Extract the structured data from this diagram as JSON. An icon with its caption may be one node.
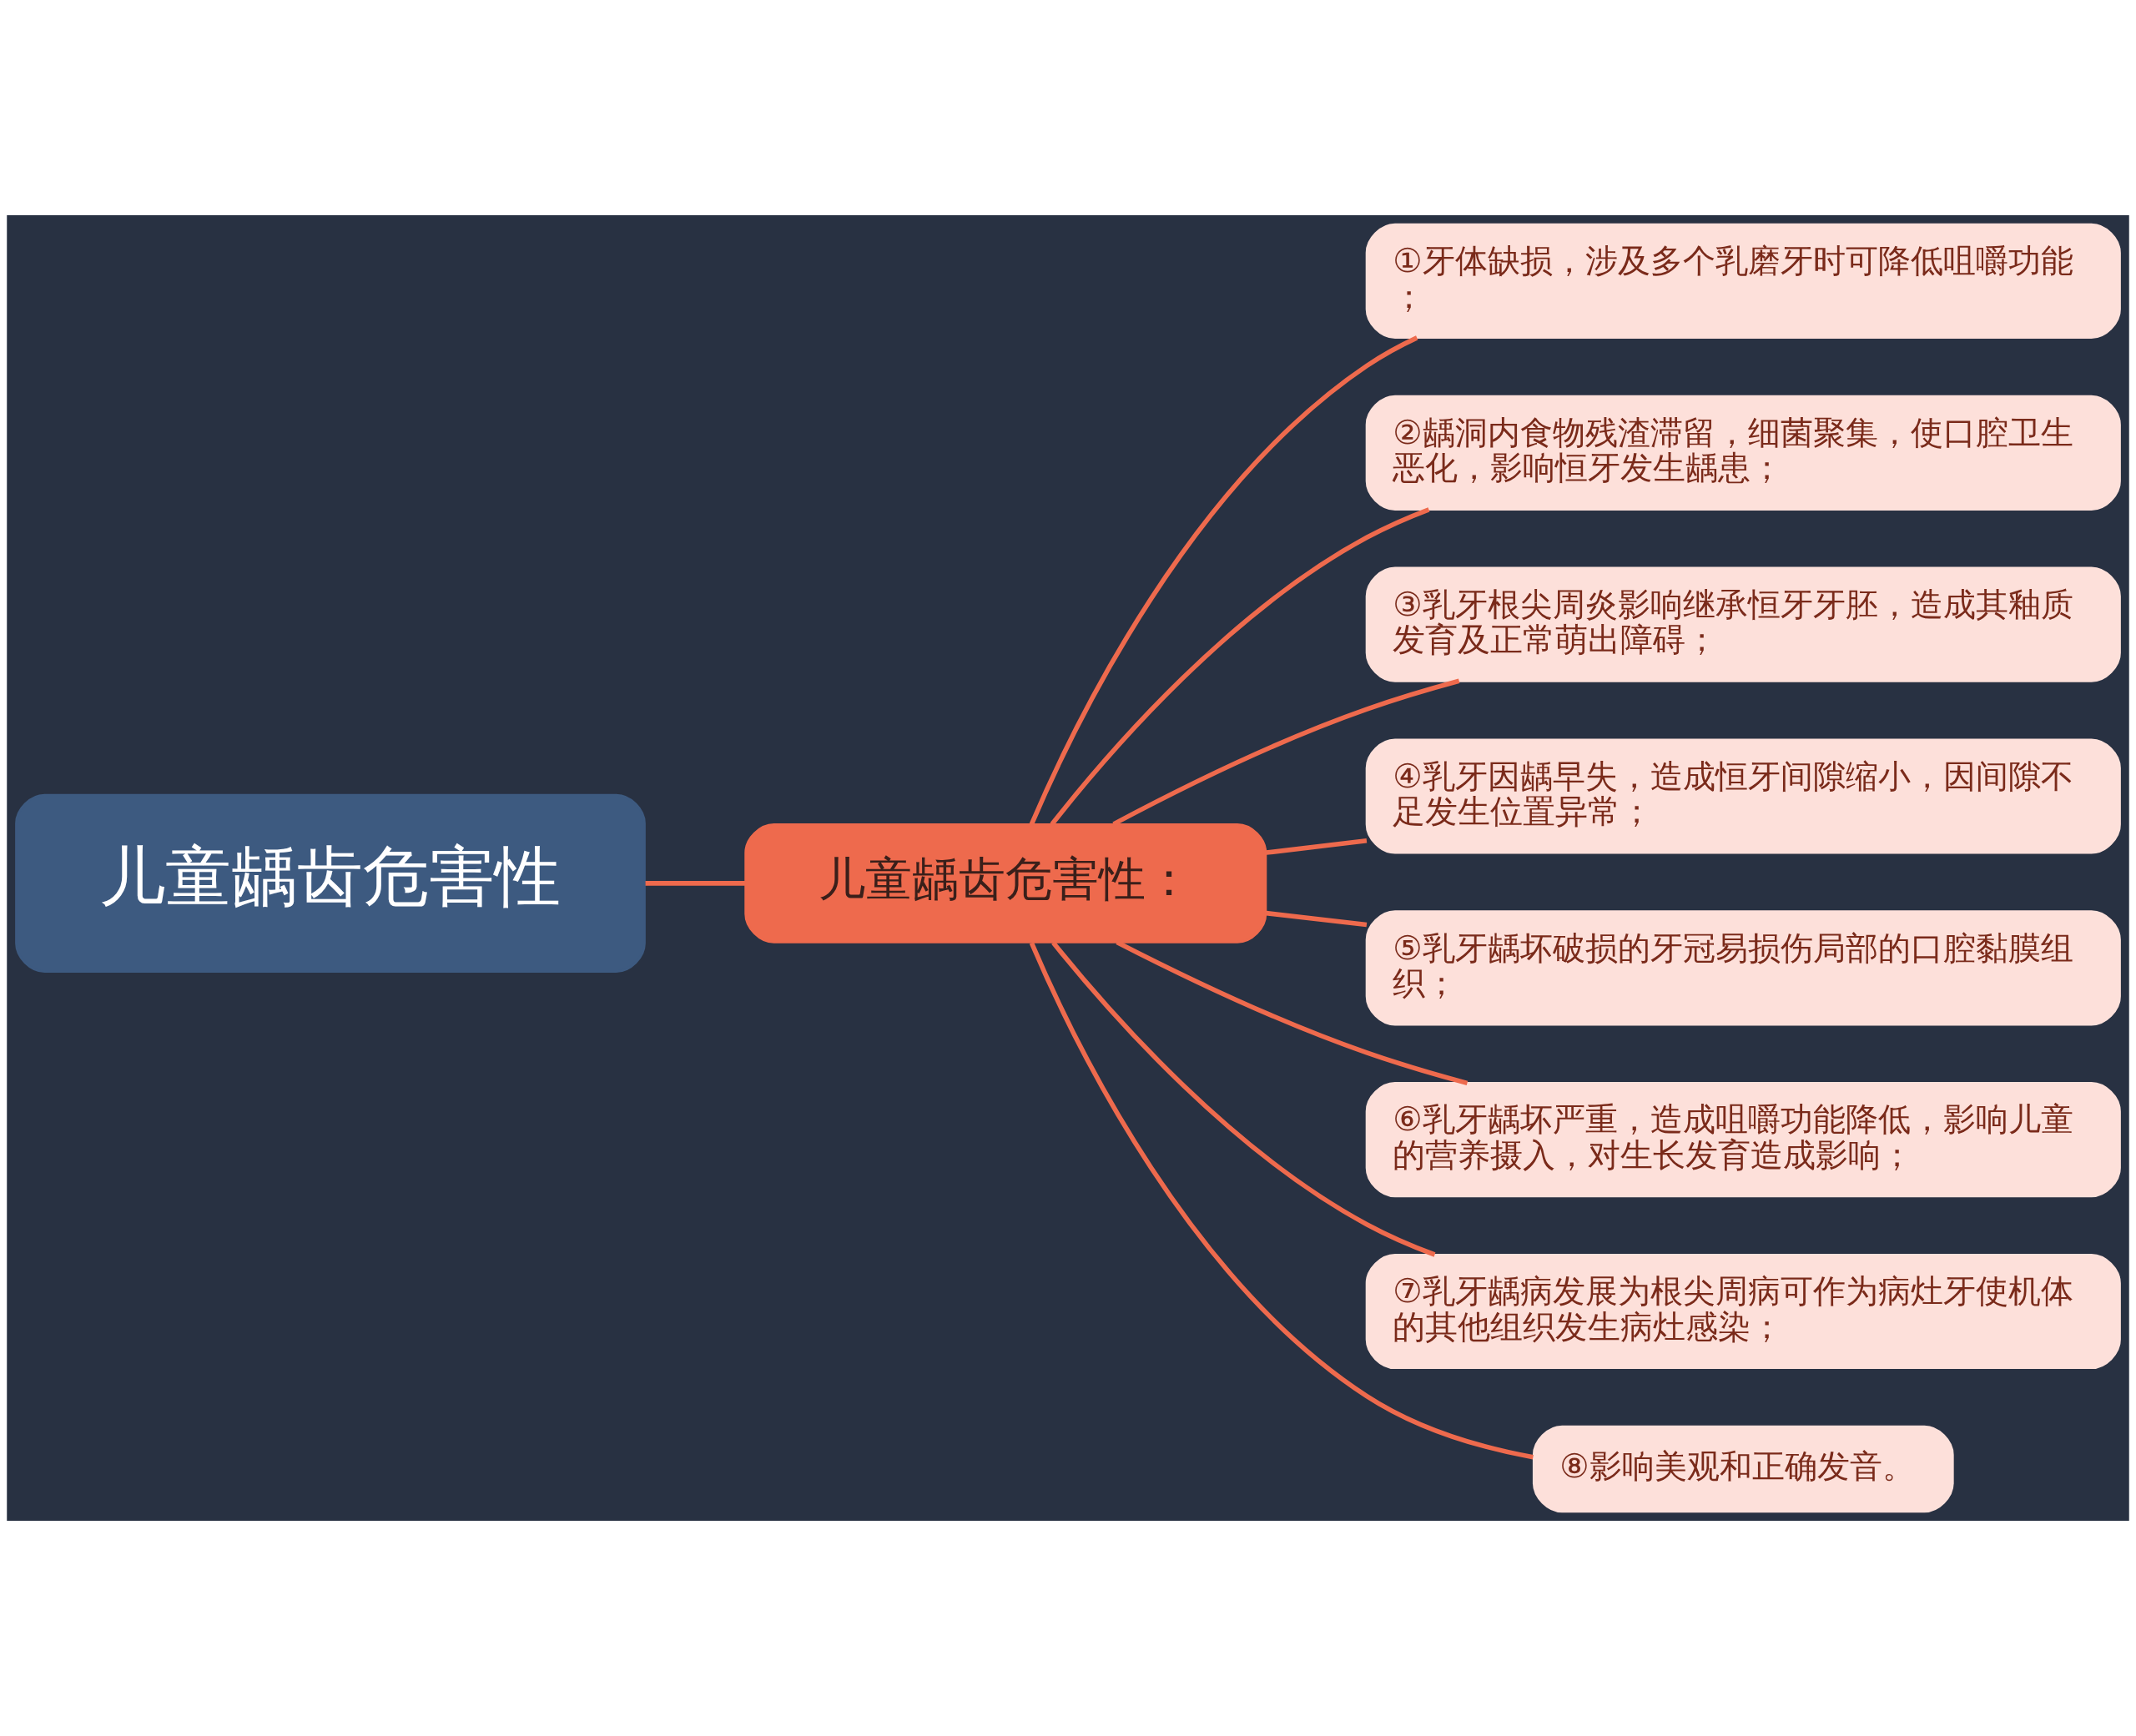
{
  "diagram": {
    "nodes": [
      {
        "text": [
          "儿童龋齿危害性"
        ]
      },
      {
        "text": [
          "儿童龋齿危害性："
        ]
      },
      {
        "text": [
          "①牙体缺损，涉及多个乳磨牙时可降低咀嚼功能；"
        ]
      },
      {
        "text": [
          "②龋洞内食物残渣滞留，细菌聚集，使口腔卫生恶化，影响恒牙发生龋患；"
        ]
      },
      {
        "text": [
          "③乳牙根尖周炎影响继承恒牙牙胚，造成其釉质发育及正常萌出障碍；"
        ]
      },
      {
        "text": [
          "④乳牙因龋早失，造成恒牙间隙缩小，因间隙不足发生位置异常；"
        ]
      },
      {
        "text": [
          "⑤乳牙龋坏破损的牙冠易损伤局部的口腔黏膜组织；"
        ]
      },
      {
        "text": [
          "⑥乳牙龋坏严重，造成咀嚼功能降低，影响儿童的营养摄入，对生长发育造成影响；"
        ]
      },
      {
        "text": [
          "⑦乳牙龋病发展为根尖周病可作为病灶牙使机体的其他组织发生病灶感染；"
        ]
      },
      {
        "text": [
          "⑧影响美观和正确发音。"
        ]
      }
    ],
    "edges": [
      {
        "from": 0,
        "to": 1,
        "arrow": "none"
      },
      {
        "from": 1,
        "to": 2,
        "arrow": "none"
      },
      {
        "from": 1,
        "to": 3,
        "arrow": "none"
      },
      {
        "from": 1,
        "to": 4,
        "arrow": "none"
      },
      {
        "from": 1,
        "to": 5,
        "arrow": "none"
      },
      {
        "from": 1,
        "to": 6,
        "arrow": "none"
      },
      {
        "from": 1,
        "to": 7,
        "arrow": "none"
      },
      {
        "from": 1,
        "to": 8,
        "arrow": "none"
      },
      {
        "from": 1,
        "to": 9,
        "arrow": "none"
      }
    ]
  }
}
